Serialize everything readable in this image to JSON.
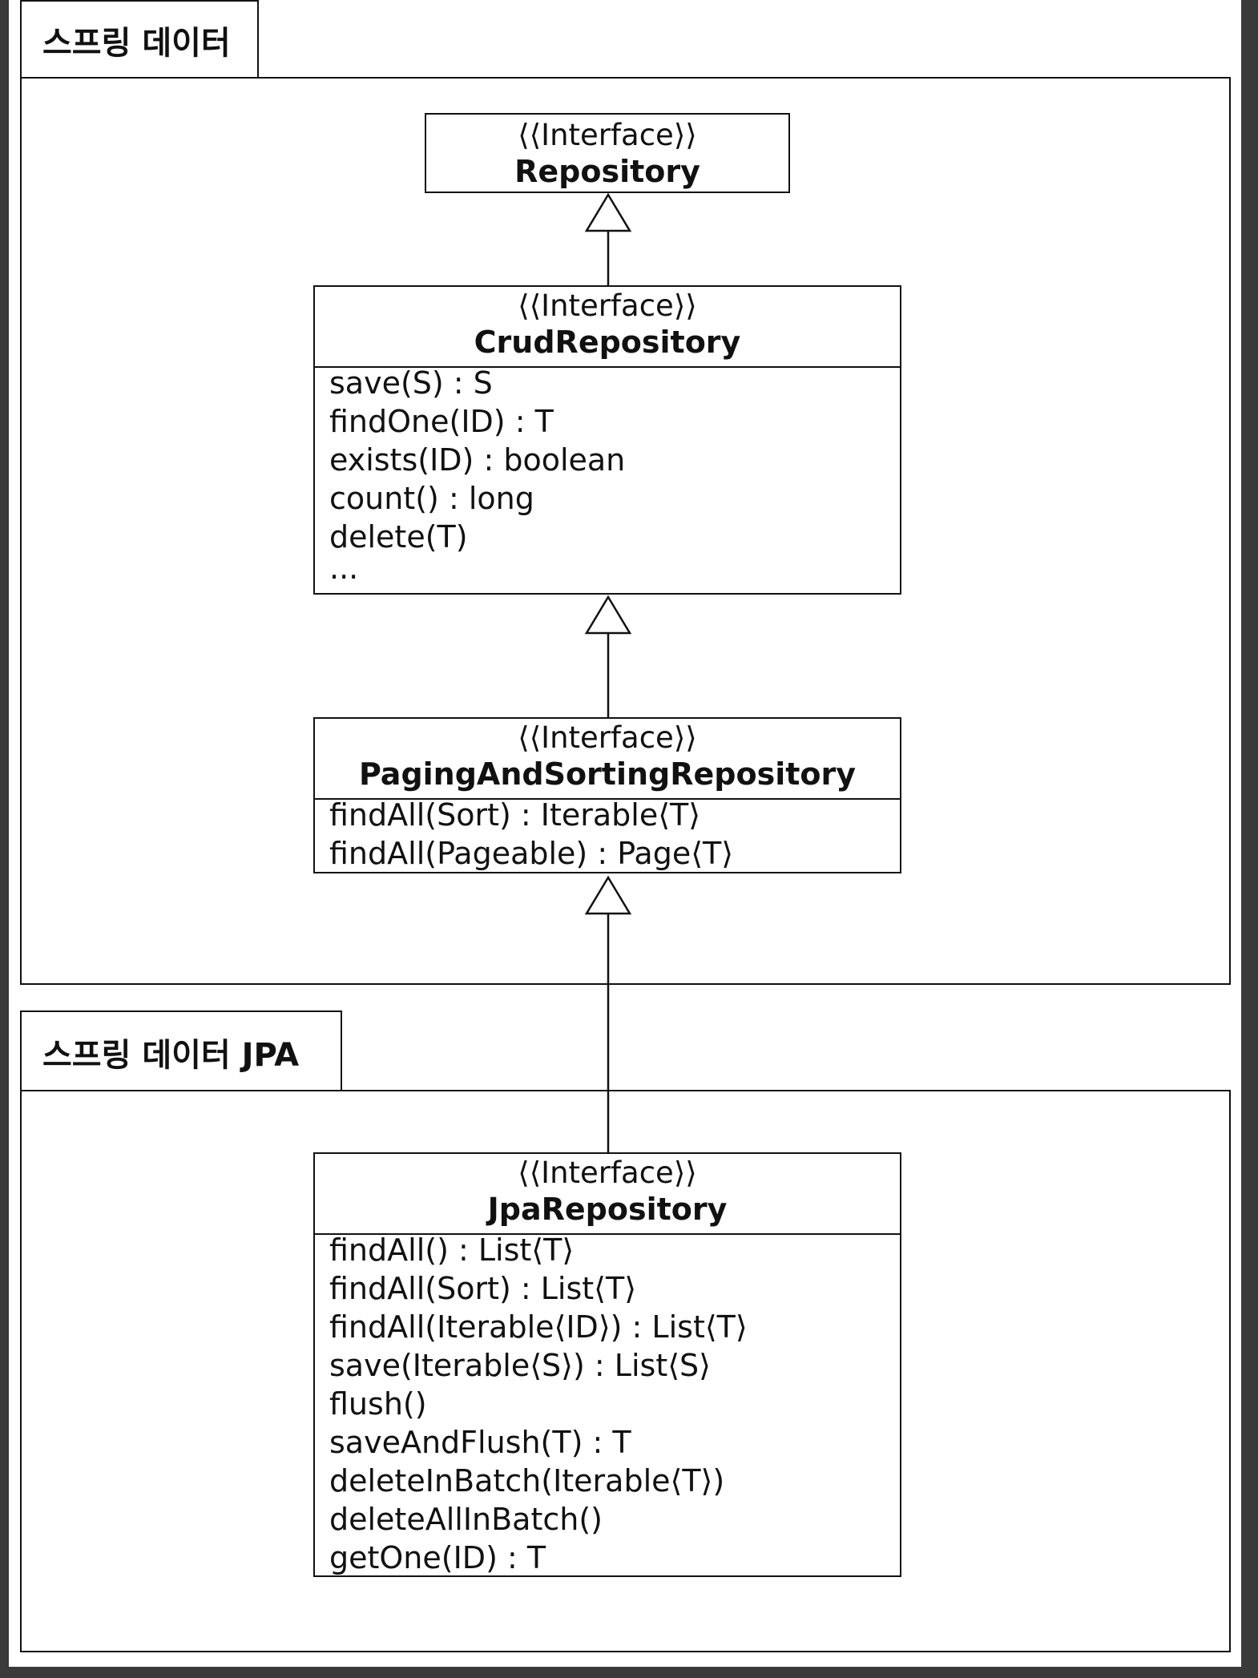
{
  "frames": {
    "spring_data": {
      "label": "스프링 데이터"
    },
    "spring_data_jpa": {
      "label": "스프링 데이터 JPA"
    }
  },
  "stereotype": "⟨⟨Interface⟩⟩",
  "interfaces": {
    "repository": {
      "name": "Repository",
      "operations": []
    },
    "crud_repository": {
      "name": "CrudRepository",
      "operations": [
        "save(S) : S",
        "findOne(ID) : T",
        "exists(ID) : boolean",
        "count() : long",
        "delete(T)",
        "..."
      ]
    },
    "paging_and_sorting_repository": {
      "name": "PagingAndSortingRepository",
      "operations": [
        "findAll(Sort) : Iterable⟨T⟩",
        "findAll(Pageable) : Page⟨T⟩"
      ]
    },
    "jpa_repository": {
      "name": "JpaRepository",
      "operations": [
        "findAll() : List⟨T⟩",
        "findAll(Sort) : List⟨T⟩",
        "findAll(Iterable⟨ID⟩) : List⟨T⟩",
        "save(Iterable⟨S⟩) : List⟨S⟩",
        "flush()",
        "saveAndFlush(T) : T",
        "deleteInBatch(Iterable⟨T⟩)",
        "deleteAllInBatch()",
        "getOne(ID) : T"
      ]
    }
  },
  "relations": [
    {
      "type": "generalization",
      "from": "CrudRepository",
      "to": "Repository"
    },
    {
      "type": "generalization",
      "from": "PagingAndSortingRepository",
      "to": "CrudRepository"
    },
    {
      "type": "generalization",
      "from": "JpaRepository",
      "to": "PagingAndSortingRepository"
    }
  ]
}
